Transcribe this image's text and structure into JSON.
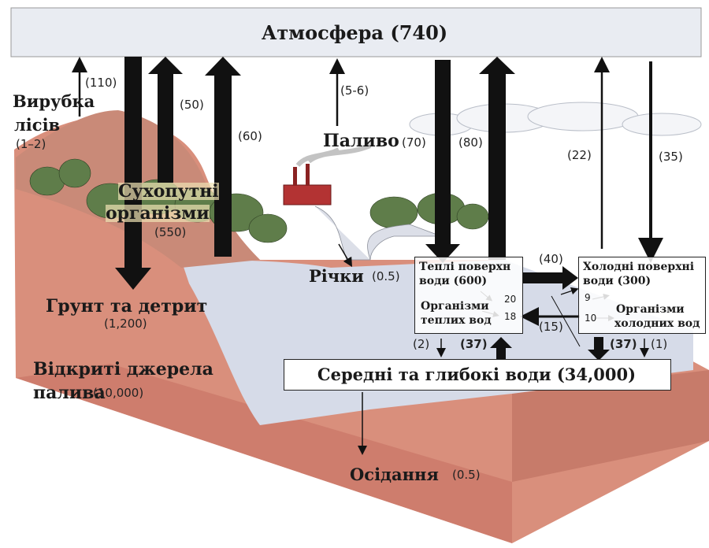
{
  "atmosphere": {
    "label": "Атмосфера (740)"
  },
  "deforestation": {
    "line1": "Вирубка",
    "line2": "лісів",
    "value": "(1–2)"
  },
  "land_organisms": {
    "line1": "Сухопутні",
    "line2": "організми",
    "value": "(550)"
  },
  "soil": {
    "label": "Грунт та детрит",
    "value": "(1,200)"
  },
  "fuel_sources": {
    "line1": "Відкриті джерела",
    "line2": "палива",
    "value": "(10,000)"
  },
  "fuel": {
    "label": "Паливо",
    "value": "(70)"
  },
  "rivers": {
    "label": "Річки",
    "value": "(0.5)"
  },
  "warm_waters": {
    "line1": "Теплі поверхн",
    "line2": "води (600)",
    "org1": "Організми",
    "org2": "теплих вод",
    "n20": "20",
    "n18": "18"
  },
  "cold_waters": {
    "line1": "Холодні поверхні",
    "line2": "води (300)",
    "org1": "Організми",
    "org2": "холодних вод",
    "n9": "9",
    "n10": "10"
  },
  "deep_waters": {
    "label": "Середні та глибокі води (34,000)"
  },
  "sedimentation": {
    "label": "Осідання",
    "value": "(0.5)"
  },
  "flows": {
    "f110": "(110)",
    "f50": "(50)",
    "f60": "(60)",
    "f56": "(5-6)",
    "f80": "(80)",
    "f22": "(22)",
    "f35": "(35)",
    "f40": "(40)",
    "f15": "(15)",
    "f2": "(2)",
    "f37a": "(37)",
    "f37b": "(37)",
    "f1": "(1)"
  },
  "colors": {
    "earth": "#d98f7c",
    "earth_dark": "#c47060",
    "water": "#d6dbe8",
    "sky": "#e9ecf2",
    "arrow": "#111111"
  }
}
